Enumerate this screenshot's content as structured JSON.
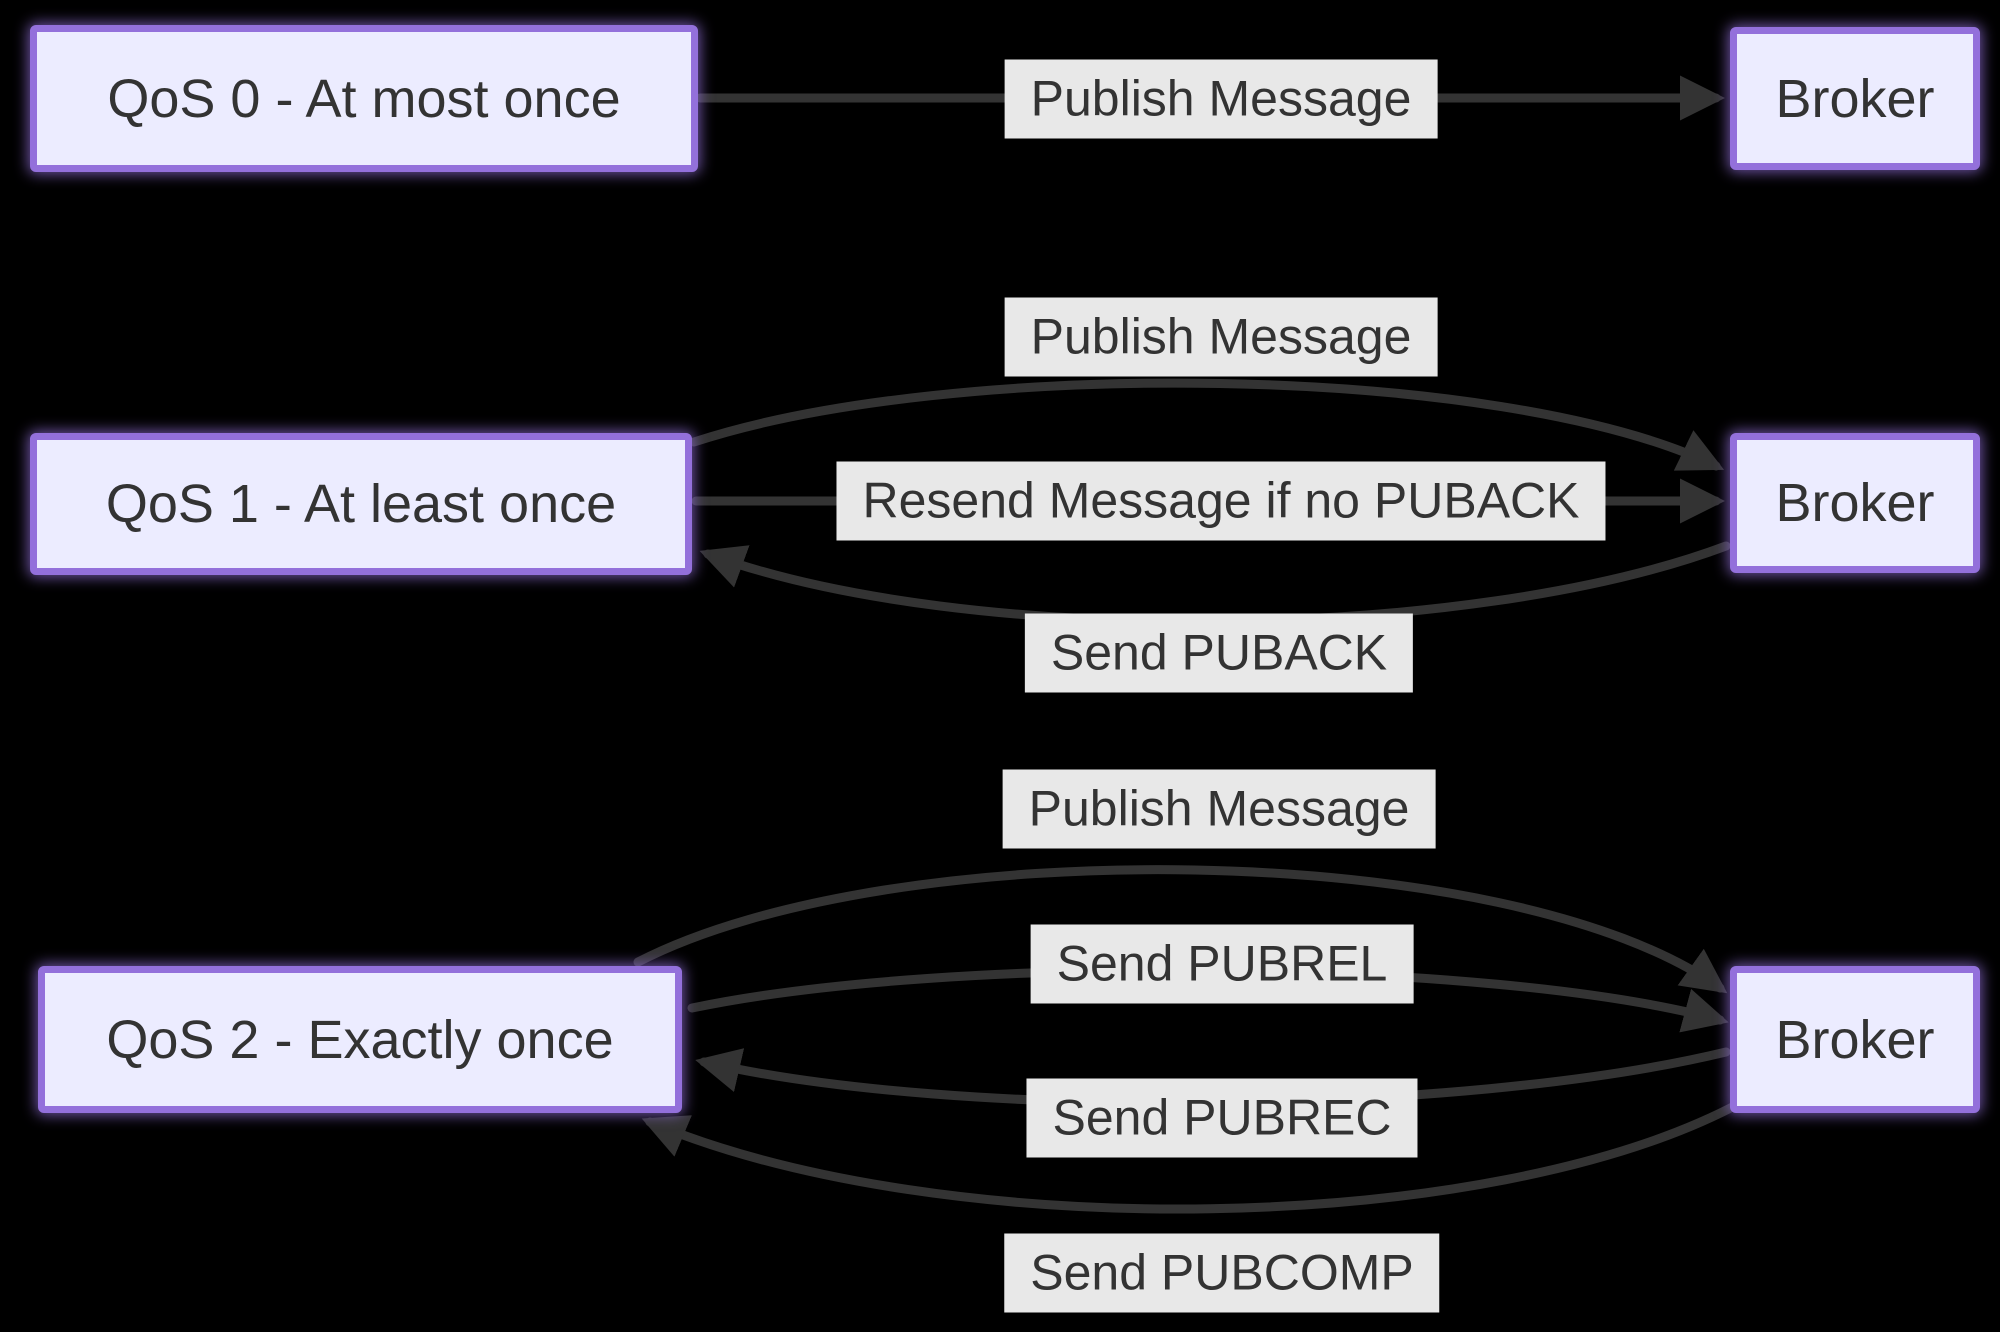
{
  "colors": {
    "background": "#000000",
    "node_fill": "#ECECFF",
    "node_border": "#9370DB",
    "node_text": "#333333",
    "edge_line": "#333333",
    "label_bg": "#E8E8E8",
    "label_text": "#333333"
  },
  "rows": [
    {
      "client": "QoS 0 - At most once",
      "broker": "Broker",
      "edges": [
        {
          "label": "Publish Message",
          "from": "client",
          "to": "broker"
        }
      ]
    },
    {
      "client": "QoS 1 - At least once",
      "broker": "Broker",
      "edges": [
        {
          "label": "Publish Message",
          "from": "client",
          "to": "broker"
        },
        {
          "label": "Resend Message if no PUBACK",
          "from": "client",
          "to": "broker"
        },
        {
          "label": "Send PUBACK",
          "from": "broker",
          "to": "client"
        }
      ]
    },
    {
      "client": "QoS 2 - Exactly once",
      "broker": "Broker",
      "edges": [
        {
          "label": "Publish Message",
          "from": "client",
          "to": "broker"
        },
        {
          "label": "Send PUBREL",
          "from": "client",
          "to": "broker"
        },
        {
          "label": "Send PUBREC",
          "from": "broker",
          "to": "client"
        },
        {
          "label": "Send PUBCOMP",
          "from": "broker",
          "to": "client"
        }
      ]
    }
  ]
}
